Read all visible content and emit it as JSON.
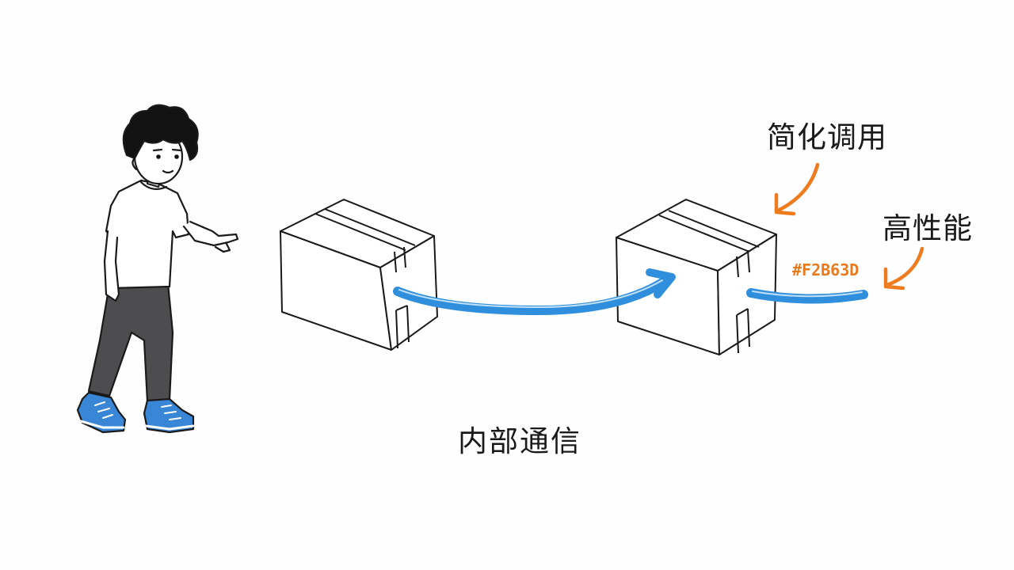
{
  "labels": {
    "top_right": "简化调用",
    "right": "高性能",
    "bottom": "内部通信",
    "color_code": "#F2B63D"
  },
  "colors": {
    "link": "#2f8fdc",
    "accent_arrow": "#ef7b1f",
    "ink": "#1a1a1a",
    "shoe": "#3a86d6",
    "pants": "#4d4d4f",
    "background": "#fefefe"
  },
  "icons": {
    "person": "person-pointing-icon",
    "box_left": "cardboard-box-icon",
    "box_right": "cardboard-box-icon"
  }
}
